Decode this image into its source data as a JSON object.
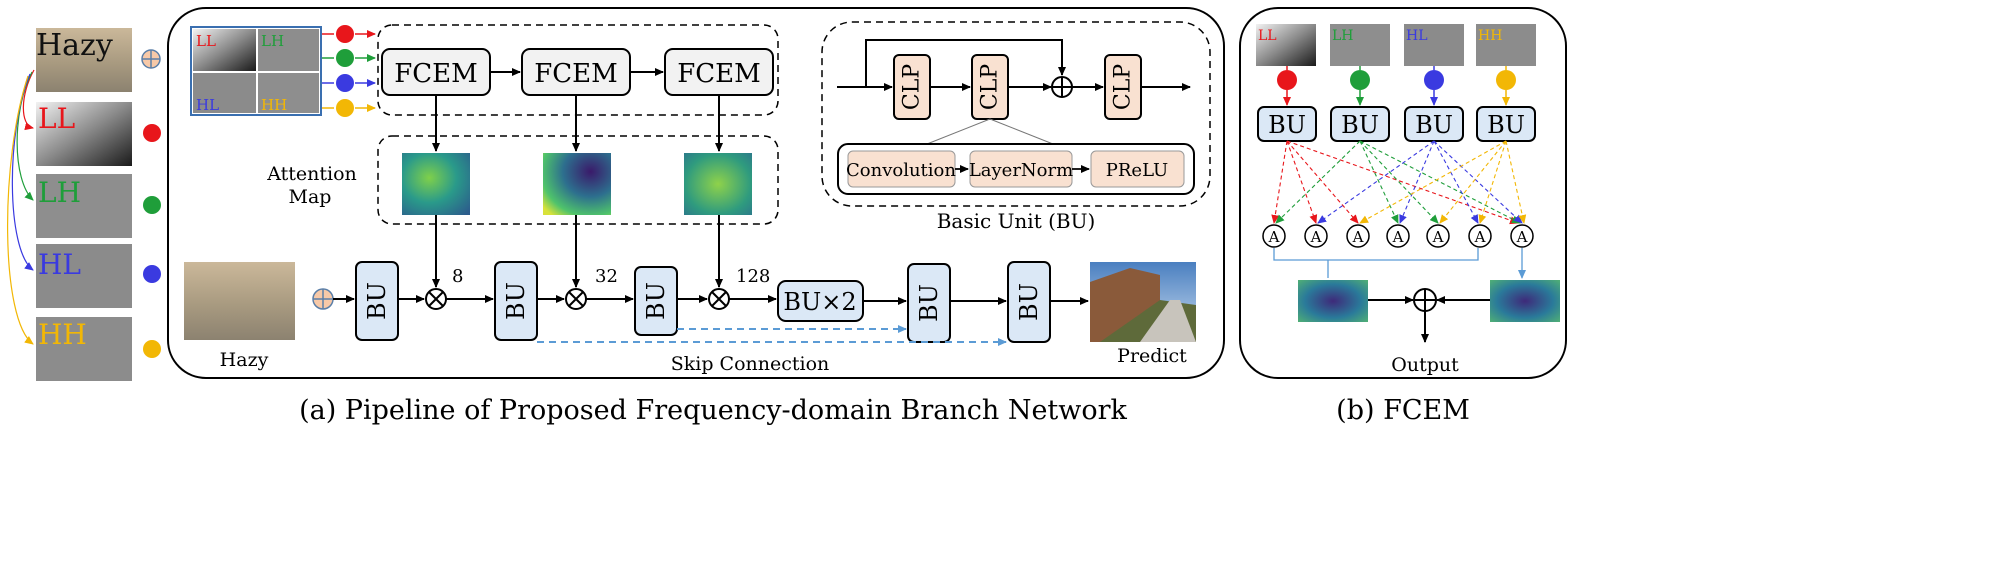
{
  "colors": {
    "ll": "#e8161b",
    "lh": "#1f9e3a",
    "hl": "#3a3ae0",
    "hh": "#f2b705",
    "bu_fill": "#dbe8f6",
    "clp_fill": "#f9e1d1",
    "skip": "#5b9bd5"
  },
  "left": {
    "hazy": "Hazy",
    "ll": "LL",
    "lh": "LH",
    "hl": "HL",
    "hh": "HH"
  },
  "pipeline": {
    "fcem": "FCEM",
    "attention_map": [
      "Attention",
      "Map"
    ],
    "bu": "BU",
    "bu2": "BU×2",
    "hazy_label": "Hazy",
    "predict_label": "Predict",
    "skip_label": "Skip Connection",
    "channels": [
      "8",
      "32",
      "128"
    ],
    "grid": {
      "ll": "LL",
      "lh": "LH",
      "hl": "HL",
      "hh": "HH"
    }
  },
  "basic_unit": {
    "clp": "CLP",
    "convolution": "Convolution",
    "layernorm": "LayerNorm",
    "prelu": "PReLU",
    "title": "Basic Unit (BU)"
  },
  "fcem_panel": {
    "labels": {
      "ll": "LL",
      "lh": "LH",
      "hl": "HL",
      "hh": "HH"
    },
    "bu": "BU",
    "a": "A",
    "output": "Output"
  },
  "captions": {
    "a": "(a) Pipeline of Proposed Frequency-domain Branch Network",
    "b": "(b) FCEM"
  }
}
